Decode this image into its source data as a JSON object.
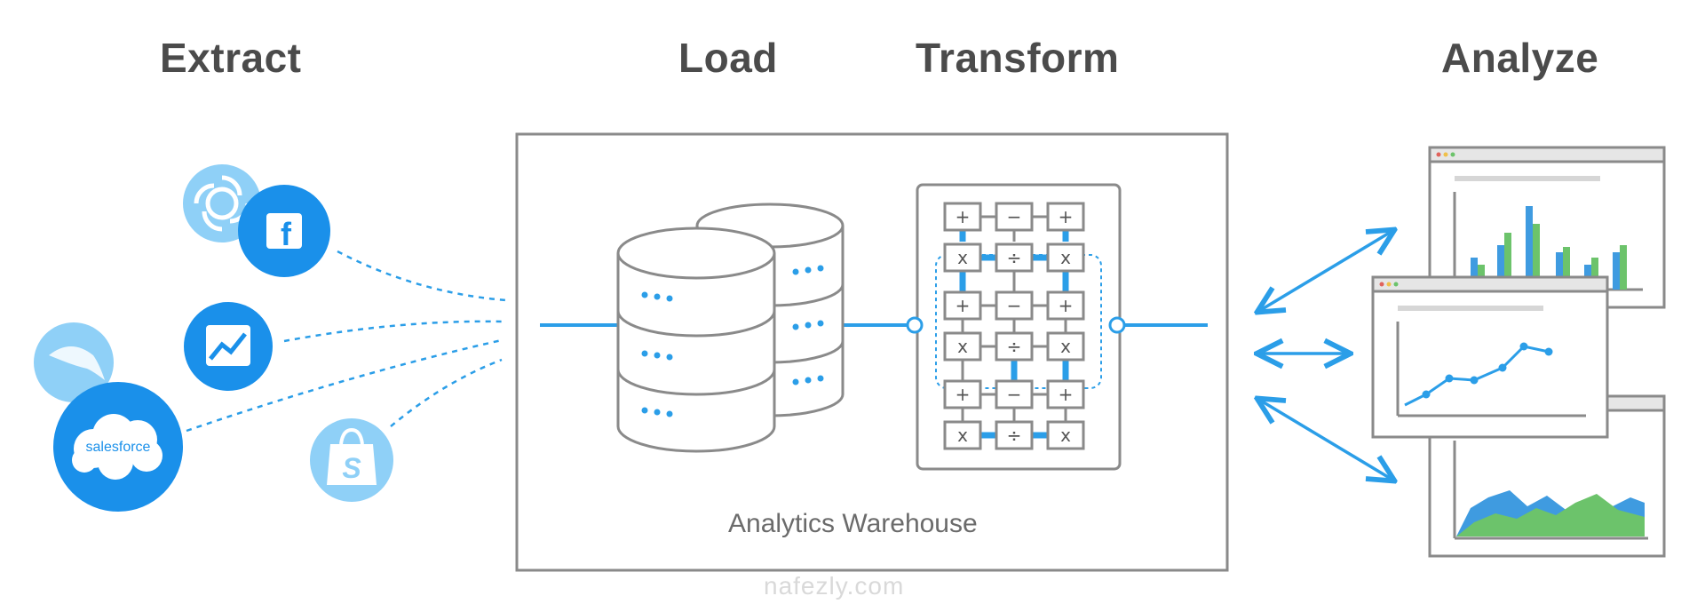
{
  "stages": {
    "extract": "Extract",
    "load": "Load",
    "transform": "Transform",
    "analyze": "Analyze"
  },
  "sources": [
    {
      "name": "segment",
      "icon": "segment-pinwheel-icon"
    },
    {
      "name": "facebook",
      "icon": "facebook-icon",
      "label": "f"
    },
    {
      "name": "analytics",
      "icon": "trend-chart-icon"
    },
    {
      "name": "mysql",
      "icon": "dolphin-icon"
    },
    {
      "name": "salesforce",
      "icon": "salesforce-cloud-icon",
      "label": "salesforce"
    },
    {
      "name": "shopify",
      "icon": "shopify-bag-icon",
      "label": "S"
    }
  ],
  "warehouse": {
    "label": "Analytics Warehouse",
    "operators": [
      [
        "+",
        "−",
        "+"
      ],
      [
        "x",
        "÷",
        "x"
      ],
      [
        "+",
        "−",
        "+"
      ],
      [
        "x",
        "÷",
        "x"
      ],
      [
        "+",
        "−",
        "+"
      ],
      [
        "x",
        "÷",
        "x"
      ]
    ]
  },
  "watermark": "nafezly.com",
  "colors": {
    "accent": "#2b9ee8",
    "accent_light": "#8fd0f7",
    "line_gray": "#8a8a8a",
    "title_gray": "#4b4b4b",
    "green": "#6cc36b"
  }
}
